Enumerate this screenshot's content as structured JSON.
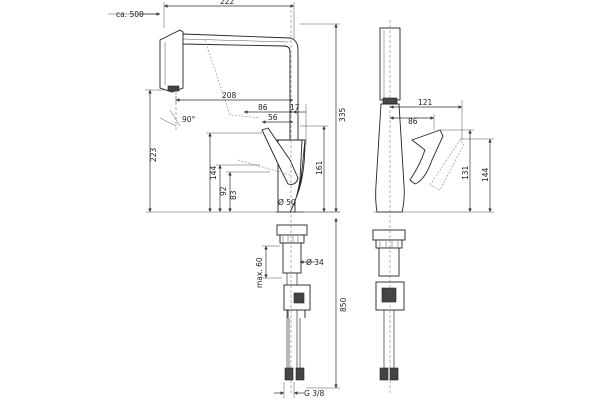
{
  "dimensions": {
    "ca500": "ca. 500",
    "d222": "222",
    "d208": "208",
    "d86a": "86",
    "d17": "17",
    "d56": "56",
    "d335": "335",
    "d223": "223",
    "d144a": "144",
    "d92": "92",
    "d83": "83",
    "d161": "161",
    "d50": "Ø 50",
    "d34": "Ø 34",
    "max60": "max. 60",
    "d850": "850",
    "g38": "G 3/8",
    "angle": "90°",
    "d121": "121",
    "d86b": "86",
    "d131": "131",
    "d144b": "144"
  }
}
